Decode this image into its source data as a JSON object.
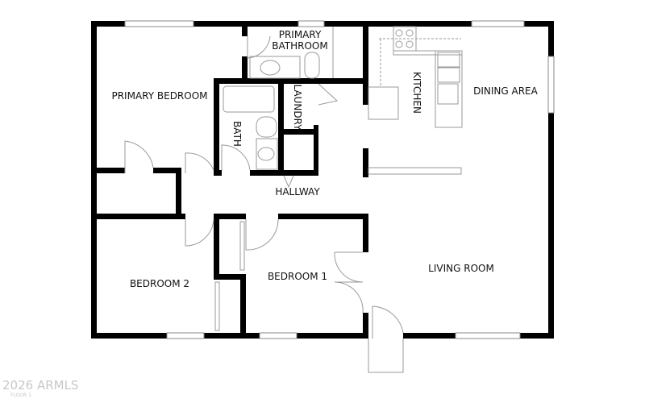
{
  "floor_plan": {
    "rooms": {
      "primary_bedroom": "PRIMARY BEDROOM",
      "primary_bathroom_line1": "PRIMARY",
      "primary_bathroom_line2": "BATHROOM",
      "laundry": "LAUNDRY",
      "kitchen": "KITCHEN",
      "dining_area": "DINING AREA",
      "bath": "BATH",
      "hallway": "HALLWAY",
      "bedroom_2": "BEDROOM 2",
      "bedroom_1": "BEDROOM 1",
      "living_room": "LIVING ROOM"
    },
    "wall_color": "#000000"
  },
  "watermark": {
    "brand": "2026 ARMLS",
    "floor": "FLOOR 1"
  }
}
